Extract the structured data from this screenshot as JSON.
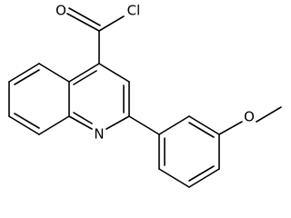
{
  "molecule": {
    "atoms": {
      "oxygen_carbonyl": "O",
      "chlorine": "Cl",
      "nitrogen": "N",
      "oxygen_methoxy": "O"
    }
  },
  "colors": {
    "bond": "#000000",
    "label": "#000000",
    "background": "#ffffff"
  }
}
